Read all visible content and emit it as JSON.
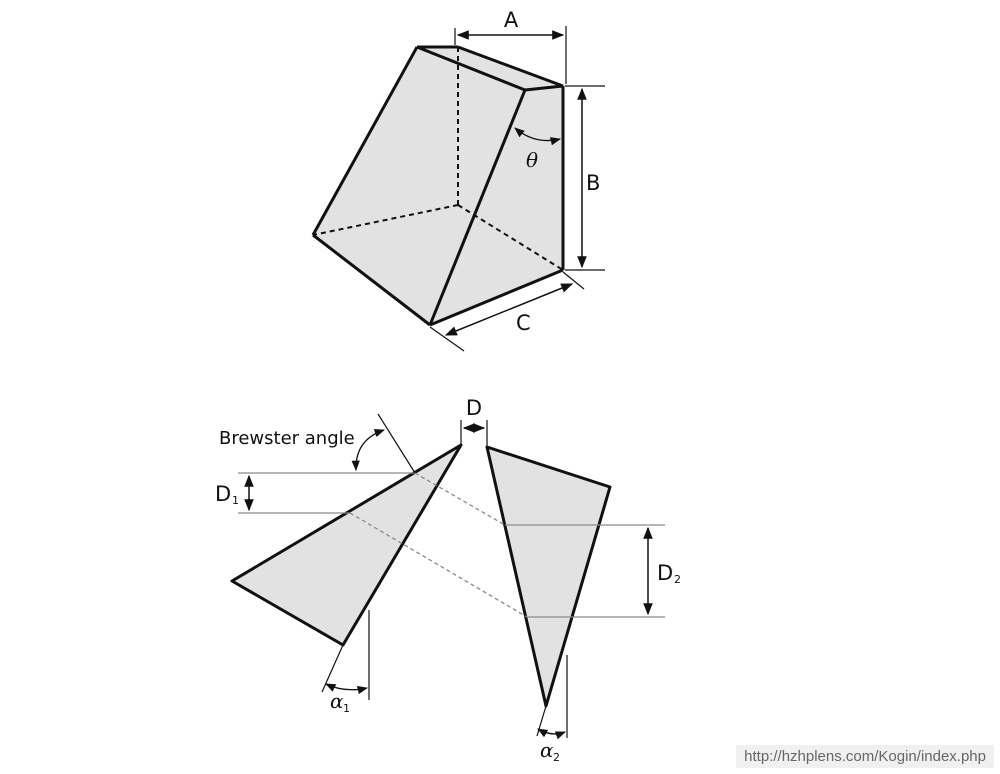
{
  "prism": {
    "label_a": "A",
    "label_b": "B",
    "label_c": "C",
    "label_theta": "θ"
  },
  "prism_pair": {
    "label_d": "D",
    "label_d1": "D",
    "label_d1_sub": "1",
    "label_d2": "D",
    "label_d2_sub": "2",
    "label_brewster": "Brewster angle",
    "label_alpha1": "α",
    "label_alpha1_sub": "1",
    "label_alpha2": "α",
    "label_alpha2_sub": "2"
  },
  "watermark": "http://hzhplens.com/Kogin/index.php",
  "colors": {
    "fill": "#e2e2e2",
    "edge": "#111111",
    "beam": "#8a8a8a"
  }
}
